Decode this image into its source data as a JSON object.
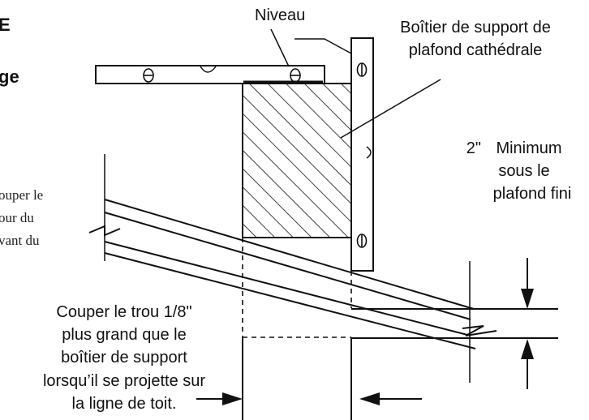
{
  "header": {
    "partial_e": "E",
    "partial_ge": "ge"
  },
  "left_text": {
    "line1": "ouper le",
    "line2": "our du",
    "line3": "vant du"
  },
  "labels": {
    "level": "Niveau",
    "box_line1": "Boîtier de support de",
    "box_line2": "plafond cathédrale",
    "min_value": "2\"",
    "min_line1": "Minimum",
    "min_line2": "sous le",
    "min_line3": "plafond fini",
    "cut_line1": "Couper le trou 1/8\"",
    "cut_line2": "plus grand que le",
    "cut_line3": "boîtier de support",
    "cut_line4": "lorsqu’il se projette sur",
    "cut_line5": "la ligne de toit."
  }
}
